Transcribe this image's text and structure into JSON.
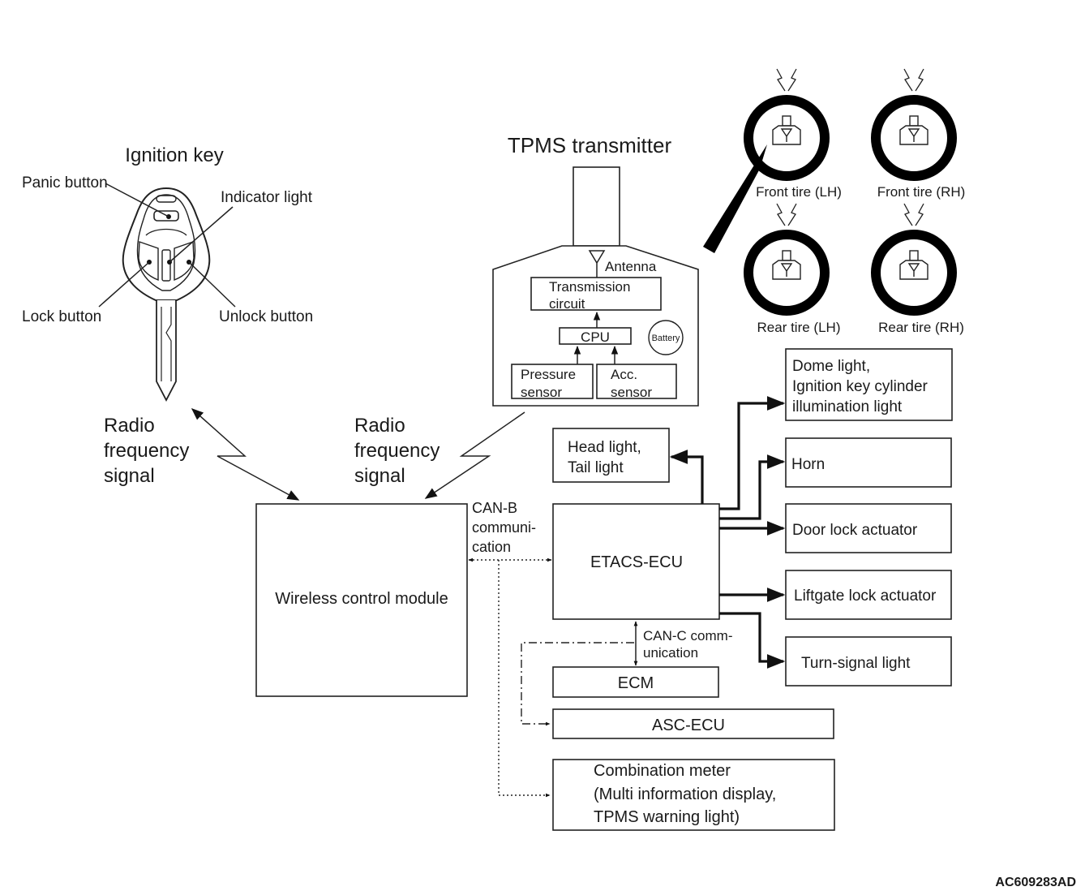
{
  "diagram": {
    "code": "AC609283AD",
    "ignition_key": {
      "title": "Ignition key",
      "labels": {
        "panic": "Panic button",
        "indicator": "Indicator light",
        "lock": "Lock button",
        "unlock": "Unlock button"
      }
    },
    "rf_signal_left": [
      "Radio",
      "frequency",
      "signal"
    ],
    "rf_signal_right": [
      "Radio",
      "frequency",
      "signal"
    ],
    "tpms": {
      "title": "TPMS transmitter",
      "antenna": "Antenna",
      "transmission_circuit": [
        "Transmission",
        "circuit"
      ],
      "cpu": "CPU",
      "battery": "Battery",
      "pressure_sensor": [
        "Pressure",
        "sensor"
      ],
      "acc_sensor": [
        "Acc.",
        "sensor"
      ]
    },
    "tires": {
      "front_lh": "Front tire (LH)",
      "front_rh": "Front tire (RH)",
      "rear_lh": "Rear tire (LH)",
      "rear_rh": "Rear tire (RH)"
    },
    "wireless_module": "Wireless control module",
    "can_b": [
      "CAN-B",
      "communi-",
      "cation"
    ],
    "can_c": [
      "CAN-C comm-",
      "unication"
    ],
    "etacs": "ETACS-ECU",
    "outputs": {
      "head_tail": [
        "Head light,",
        "Tail light"
      ],
      "dome": [
        "Dome light,",
        "Ignition key cylinder",
        "illumination light"
      ],
      "horn": "Horn",
      "door_lock": "Door lock actuator",
      "liftgate": "Liftgate lock actuator",
      "turn_signal": "Turn-signal light"
    },
    "ecm": "ECM",
    "asc": "ASC-ECU",
    "combination_meter": [
      "Combination meter",
      "(Multi information display,",
      "TPMS warning light)"
    ]
  }
}
